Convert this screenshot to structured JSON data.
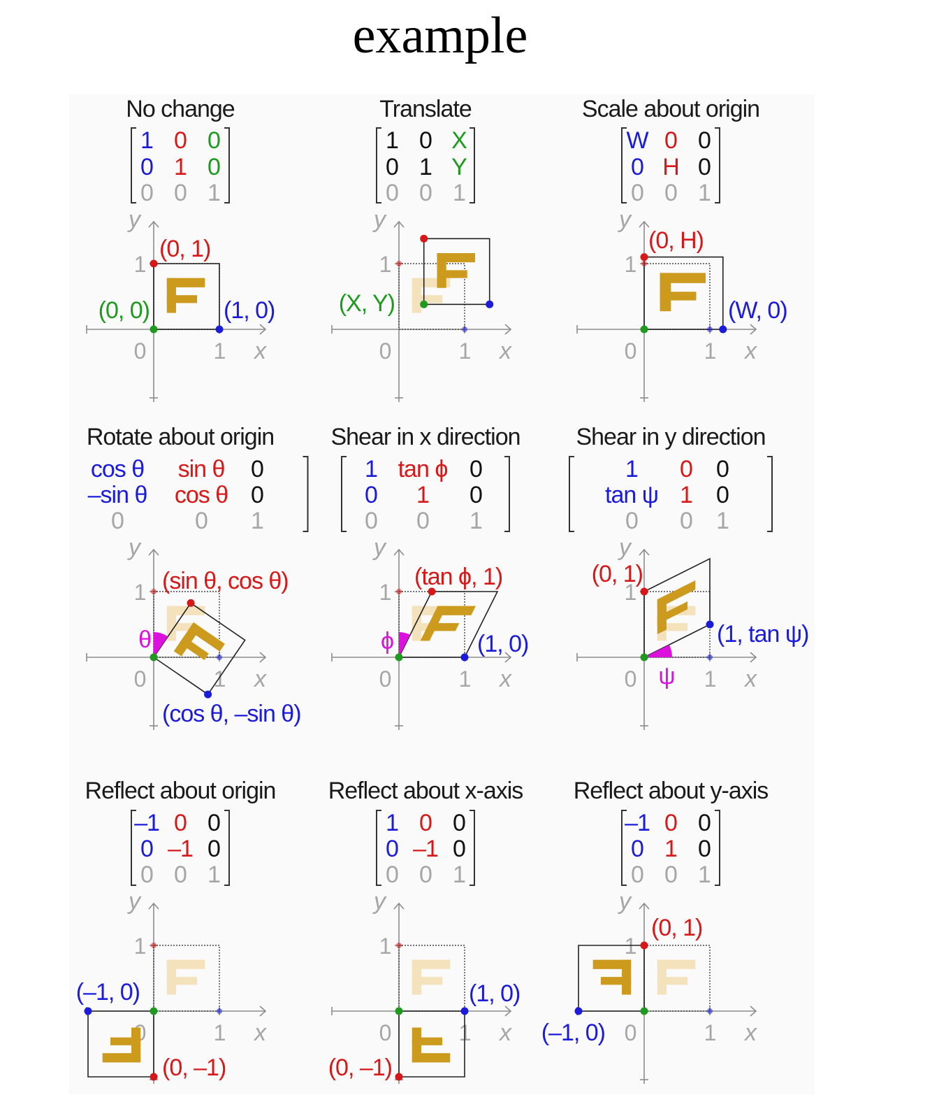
{
  "title": "example",
  "colors": {
    "blue": "#1b1bdc",
    "red": "#d81818",
    "green": "#1e9a1e",
    "gray": "#a6a6a6",
    "black": "#111111",
    "magenta": "#dd11dd",
    "letter": "#cc9a1c",
    "letter_ghost": "#f3e2bc",
    "axis": "#8c8c8c"
  },
  "axis_labels": {
    "x": "x",
    "y": "y",
    "zero": "0",
    "one": "1"
  },
  "panels": [
    {
      "id": "no-change",
      "title": "No change",
      "matrix": [
        [
          {
            "t": "1",
            "c": "blue"
          },
          {
            "t": "0",
            "c": "red"
          },
          {
            "t": "0",
            "c": "green"
          }
        ],
        [
          {
            "t": "0",
            "c": "blue"
          },
          {
            "t": "1",
            "c": "red"
          },
          {
            "t": "0",
            "c": "green"
          }
        ],
        [
          {
            "t": "0",
            "c": "gray"
          },
          {
            "t": "0",
            "c": "gray"
          },
          {
            "t": "1",
            "c": "gray"
          }
        ]
      ],
      "annotations": [
        {
          "text": "(0, 1)",
          "c": "red"
        },
        {
          "text": "(0, 0)",
          "c": "green"
        },
        {
          "text": "(1, 0)",
          "c": "blue"
        }
      ]
    },
    {
      "id": "translate",
      "title": "Translate",
      "matrix": [
        [
          {
            "t": "1",
            "c": "black"
          },
          {
            "t": "0",
            "c": "black"
          },
          {
            "t": "X",
            "c": "green"
          }
        ],
        [
          {
            "t": "0",
            "c": "black"
          },
          {
            "t": "1",
            "c": "black"
          },
          {
            "t": "Y",
            "c": "green"
          }
        ],
        [
          {
            "t": "0",
            "c": "gray"
          },
          {
            "t": "0",
            "c": "gray"
          },
          {
            "t": "1",
            "c": "gray"
          }
        ]
      ],
      "annotations": [
        {
          "text": "(X, Y)",
          "c": "green"
        }
      ]
    },
    {
      "id": "scale",
      "title": "Scale about origin",
      "matrix": [
        [
          {
            "t": "W",
            "c": "blue"
          },
          {
            "t": "0",
            "c": "red"
          },
          {
            "t": "0",
            "c": "black"
          }
        ],
        [
          {
            "t": "0",
            "c": "blue"
          },
          {
            "t": "H",
            "c": "red"
          },
          {
            "t": "0",
            "c": "black"
          }
        ],
        [
          {
            "t": "0",
            "c": "gray"
          },
          {
            "t": "0",
            "c": "gray"
          },
          {
            "t": "1",
            "c": "gray"
          }
        ]
      ],
      "annotations": [
        {
          "text": "(0, H)",
          "c": "red"
        },
        {
          "text": "(W, 0)",
          "c": "blue"
        }
      ]
    },
    {
      "id": "rotate",
      "title": "Rotate about origin",
      "matrix": [
        [
          {
            "t": "cos θ",
            "c": "blue"
          },
          {
            "t": "sin θ",
            "c": "red"
          },
          {
            "t": "0",
            "c": "black"
          }
        ],
        [
          {
            "t": "–sin θ",
            "c": "blue"
          },
          {
            "t": "cos θ",
            "c": "red"
          },
          {
            "t": "0",
            "c": "black"
          }
        ],
        [
          {
            "t": "0",
            "c": "gray"
          },
          {
            "t": "0",
            "c": "gray"
          },
          {
            "t": "1",
            "c": "gray"
          }
        ]
      ],
      "annotations": [
        {
          "text": "(sin θ, cos θ)",
          "c": "red"
        },
        {
          "text": "θ",
          "c": "magenta"
        },
        {
          "text": "(cos θ, –sin θ)",
          "c": "blue"
        }
      ]
    },
    {
      "id": "shear-x",
      "title": "Shear in x direction",
      "matrix": [
        [
          {
            "t": "1",
            "c": "blue"
          },
          {
            "t": "tan ϕ",
            "c": "red"
          },
          {
            "t": "0",
            "c": "black"
          }
        ],
        [
          {
            "t": "0",
            "c": "blue"
          },
          {
            "t": "1",
            "c": "red"
          },
          {
            "t": "0",
            "c": "black"
          }
        ],
        [
          {
            "t": "0",
            "c": "gray"
          },
          {
            "t": "0",
            "c": "gray"
          },
          {
            "t": "1",
            "c": "gray"
          }
        ]
      ],
      "annotations": [
        {
          "text": "(tan ϕ, 1)",
          "c": "red"
        },
        {
          "text": "ϕ",
          "c": "magenta"
        },
        {
          "text": "(1, 0)",
          "c": "blue"
        }
      ]
    },
    {
      "id": "shear-y",
      "title": "Shear in y direction",
      "matrix": [
        [
          {
            "t": "1",
            "c": "blue"
          },
          {
            "t": "0",
            "c": "red"
          },
          {
            "t": "0",
            "c": "black"
          }
        ],
        [
          {
            "t": "tan ψ",
            "c": "blue"
          },
          {
            "t": "1",
            "c": "red"
          },
          {
            "t": "0",
            "c": "black"
          }
        ],
        [
          {
            "t": "0",
            "c": "gray"
          },
          {
            "t": "0",
            "c": "gray"
          },
          {
            "t": "1",
            "c": "gray"
          }
        ]
      ],
      "annotations": [
        {
          "text": "(0, 1)",
          "c": "red"
        },
        {
          "text": "(1, tan ψ)",
          "c": "blue"
        },
        {
          "text": "ψ",
          "c": "magenta"
        }
      ]
    },
    {
      "id": "reflect-origin",
      "title": "Reflect about origin",
      "matrix": [
        [
          {
            "t": "–1",
            "c": "blue"
          },
          {
            "t": "0",
            "c": "red"
          },
          {
            "t": "0",
            "c": "black"
          }
        ],
        [
          {
            "t": "0",
            "c": "blue"
          },
          {
            "t": "–1",
            "c": "red"
          },
          {
            "t": "0",
            "c": "black"
          }
        ],
        [
          {
            "t": "0",
            "c": "gray"
          },
          {
            "t": "0",
            "c": "gray"
          },
          {
            "t": "1",
            "c": "gray"
          }
        ]
      ],
      "annotations": [
        {
          "text": "(–1, 0)",
          "c": "blue"
        },
        {
          "text": "(0, –1)",
          "c": "red"
        }
      ]
    },
    {
      "id": "reflect-x",
      "title": "Reflect about x-axis",
      "matrix": [
        [
          {
            "t": "1",
            "c": "blue"
          },
          {
            "t": "0",
            "c": "red"
          },
          {
            "t": "0",
            "c": "black"
          }
        ],
        [
          {
            "t": "0",
            "c": "blue"
          },
          {
            "t": "–1",
            "c": "red"
          },
          {
            "t": "0",
            "c": "black"
          }
        ],
        [
          {
            "t": "0",
            "c": "gray"
          },
          {
            "t": "0",
            "c": "gray"
          },
          {
            "t": "1",
            "c": "gray"
          }
        ]
      ],
      "annotations": [
        {
          "text": "(1, 0)",
          "c": "blue"
        },
        {
          "text": "(0, –1)",
          "c": "red"
        }
      ]
    },
    {
      "id": "reflect-y",
      "title": "Reflect about y-axis",
      "matrix": [
        [
          {
            "t": "–1",
            "c": "blue"
          },
          {
            "t": "0",
            "c": "red"
          },
          {
            "t": "0",
            "c": "black"
          }
        ],
        [
          {
            "t": "0",
            "c": "blue"
          },
          {
            "t": "1",
            "c": "red"
          },
          {
            "t": "0",
            "c": "black"
          }
        ],
        [
          {
            "t": "0",
            "c": "gray"
          },
          {
            "t": "0",
            "c": "gray"
          },
          {
            "t": "1",
            "c": "gray"
          }
        ]
      ],
      "annotations": [
        {
          "text": "(0, 1)",
          "c": "red"
        },
        {
          "text": "(–1, 0)",
          "c": "blue"
        }
      ]
    }
  ]
}
